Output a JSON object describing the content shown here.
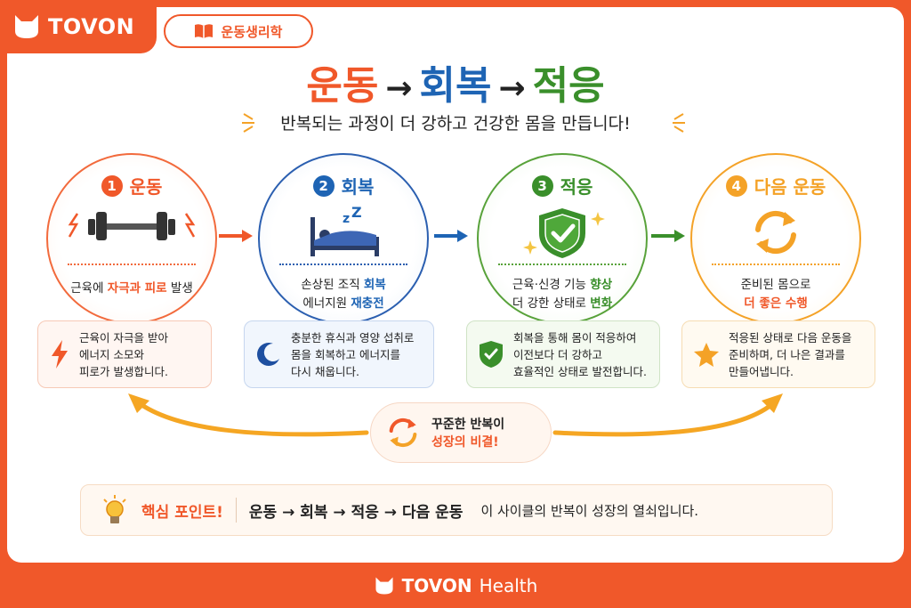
{
  "brand": {
    "name": "TOVON",
    "icon": "cat-logo-icon"
  },
  "tag": {
    "label": "운동생리학",
    "icon": "book-icon"
  },
  "title": {
    "w1": "운동",
    "w2": "회복",
    "w3": "적응",
    "arrow": "→"
  },
  "subtitle": "반복되는 과정이 더 강하고 건강한 몸을 만듭니다!",
  "steps": [
    {
      "num": "1",
      "name": "운동",
      "icon": "dumbbell-icon",
      "line1_a": "근육에 ",
      "line1_b": "자극과 피로",
      "line1_c": " 발생",
      "line2": ""
    },
    {
      "num": "2",
      "name": "회복",
      "icon": "bed-sleep-icon",
      "line1_a": "손상된 조직 ",
      "line1_b": "회복",
      "line2_a": "에너지원 ",
      "line2_b": "재충전"
    },
    {
      "num": "3",
      "name": "적응",
      "icon": "shield-check-icon",
      "line1_a": "근육·신경 기능 ",
      "line1_b": "향상",
      "line2_a": "더 강한 상태로 ",
      "line2_b": "변화"
    },
    {
      "num": "4",
      "name": "다음 운동",
      "icon": "cycle-arrows-icon",
      "line1": "준비된 몸으로",
      "line2": "더 좋은 수행"
    }
  ],
  "notes": [
    {
      "icon": "lightning-icon",
      "l1": "근육이 자극을 받아",
      "l2": "에너지 소모와",
      "l3": "피로가 발생합니다."
    },
    {
      "icon": "moon-icon",
      "l1": "충분한 휴식과 영양 섭취로",
      "l2": "몸을 회복하고 에너지를",
      "l3": "다시 채웁니다."
    },
    {
      "icon": "shield-check-icon",
      "l1": "회복을 통해 몸이 적응하여",
      "l2": "이전보다 더 강하고",
      "l3": "효율적인 상태로 발전합니다."
    },
    {
      "icon": "star-icon",
      "l1": "적응된 상태로 다음 운동을",
      "l2": "준비하며, 더 나은 결과를",
      "l3": "만들어냅니다."
    }
  ],
  "center": {
    "l1": "꾸준한 반복이",
    "l2": "성장의 비결!"
  },
  "key": {
    "label": "핵심 포인트!",
    "flow": "운동 → 회복 → 적응 → 다음 운동",
    "desc": "이 사이클의 반복이 성장의 열쇠입니다."
  },
  "footer": {
    "brand": "TOVON",
    "suffix": "Health"
  },
  "colors": {
    "orange": "#f0582a",
    "blue": "#1e64b4",
    "green": "#3a8f2b",
    "amber": "#f4a227"
  }
}
